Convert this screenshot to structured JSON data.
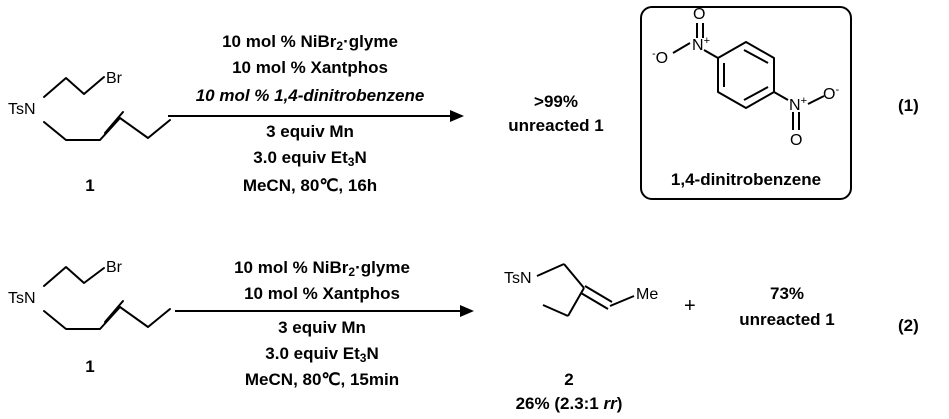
{
  "reaction1": {
    "substrate_label": "1",
    "substrate_ts": "TsN",
    "substrate_br": "Br",
    "conditions": [
      "10 mol % NiBr",
      "10 mol % Xantphos",
      "10 mol % 1,4-dinitrobenzene",
      "3 equiv Mn",
      "3.0 equiv Et",
      "MeCN, 80℃, 16h"
    ],
    "nibr_suffix": "·glyme",
    "sub2": "2",
    "sub3": "3",
    "et3n_suffix": "N",
    "result_line1": ">99%",
    "result_line2": "unreacted 1",
    "box_caption": "1,4-dinitrobenzene",
    "atom_o": "O",
    "atom_o_minus": "O",
    "atom_n": "N",
    "minus": "-",
    "plus": "+",
    "eq_number": "(1)"
  },
  "reaction2": {
    "substrate_label": "1",
    "substrate_ts": "TsN",
    "substrate_br": "Br",
    "conditions": [
      "10 mol % NiBr",
      "10 mol % Xantphos",
      "3 equiv Mn",
      "3.0 equiv Et",
      "MeCN, 80℃, 15min"
    ],
    "nibr_suffix": "·glyme",
    "sub2": "2",
    "sub3": "3",
    "et3n_suffix": "N",
    "product_ts": "TsN",
    "product_me": "Me",
    "product_label": "2",
    "product_yield_prefix": "26% (2.3:1 ",
    "product_yield_rr": "rr",
    "product_yield_suffix": ")",
    "plus_sign": "+",
    "result_line1": "73%",
    "result_line2": "unreacted 1",
    "eq_number": "(2)"
  }
}
